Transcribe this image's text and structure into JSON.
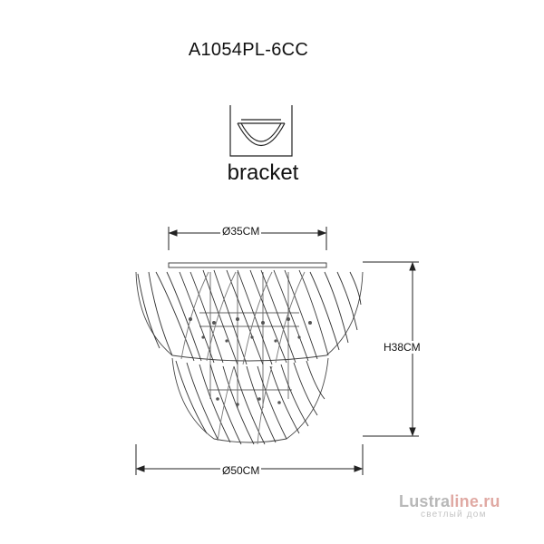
{
  "drawing": {
    "model_code": "A1054PL-6CC",
    "bracket_label": "bracket",
    "dimensions": {
      "top_diameter": "Ø35CM",
      "bottom_diameter": "Ø50CM",
      "height": "H38CM"
    }
  },
  "watermark": {
    "brand_main": "Lustra",
    "brand_accent": "line.ru",
    "tagline": "светлый дом",
    "accent_color": "#e0a9a3"
  },
  "icons": {
    "bracket": "bracket-icon",
    "chandelier": "chandelier-drawing"
  }
}
